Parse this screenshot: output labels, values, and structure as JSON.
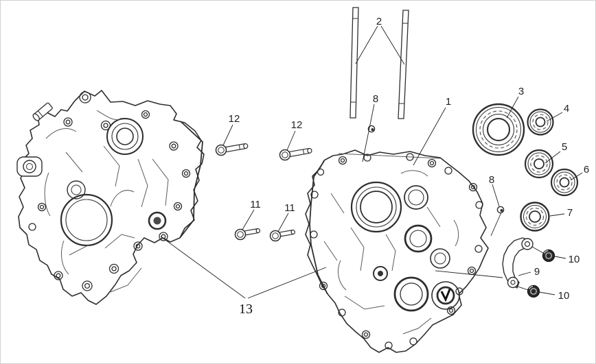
{
  "figure": {
    "description": "Exploded line-art parts diagram of an engine crankcase assembly with numbered callouts",
    "background_color": "#ffffff",
    "line_color": "#2e2e2e",
    "dark_fill_color": "#2b2b2b"
  },
  "callouts": {
    "n1": "1",
    "n2": "2",
    "n3": "3",
    "n4": "4",
    "n5": "5",
    "n6": "6",
    "n7": "7",
    "n8": "8",
    "n9": "9",
    "n10": "10",
    "n11": "11",
    "n12": "12",
    "n13": "13"
  },
  "parts_legend": [
    {
      "number": "1",
      "depicts": "right-crankcase-half-drawing"
    },
    {
      "number": "2",
      "depicts": "long-stud-x2"
    },
    {
      "number": "3",
      "depicts": "large-roller-bearing"
    },
    {
      "number": "4",
      "depicts": "small-bearing"
    },
    {
      "number": "5",
      "depicts": "small-bearing"
    },
    {
      "number": "6",
      "depicts": "small-bearing"
    },
    {
      "number": "7",
      "depicts": "roller-bearing"
    },
    {
      "number": "8",
      "depicts": "small-dowel-bolt-x2"
    },
    {
      "number": "9",
      "depicts": "curved-retainer-plate"
    },
    {
      "number": "10",
      "depicts": "flange-nut-x2"
    },
    {
      "number": "11",
      "depicts": "short-flange-bolt-x2"
    },
    {
      "number": "12",
      "depicts": "flange-bolt-x2"
    },
    {
      "number": "13",
      "depicts": "left-crankcase-half-drawing"
    }
  ]
}
